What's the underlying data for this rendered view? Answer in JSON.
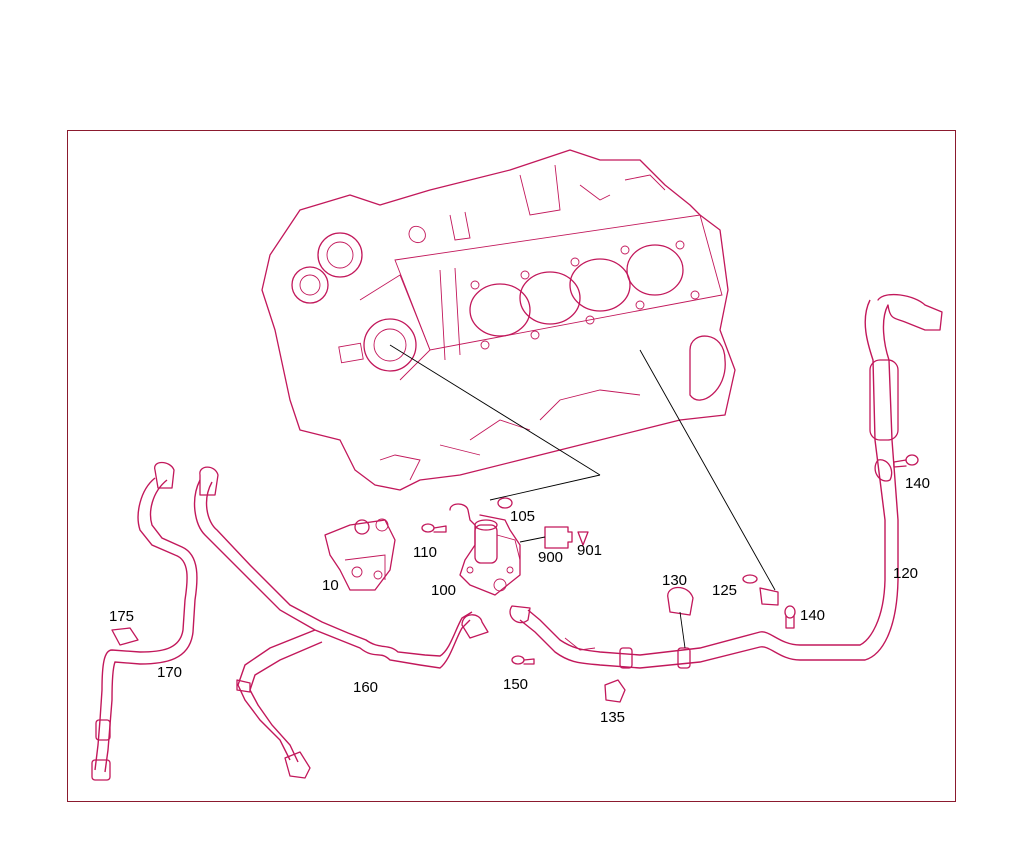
{
  "colors": {
    "frame": "#8b1a2e",
    "parts": "#c2185b",
    "labels": "#000000",
    "background": "#ffffff"
  },
  "callouts": {
    "c10": "10",
    "c100": "100",
    "c105": "105",
    "c110": "110",
    "c120": "120",
    "c125": "125",
    "c130": "130",
    "c135": "135",
    "c140a": "140",
    "c140b": "140",
    "c150": "150",
    "c160": "160",
    "c170": "170",
    "c175": "175",
    "c900": "900",
    "c901": "901"
  }
}
